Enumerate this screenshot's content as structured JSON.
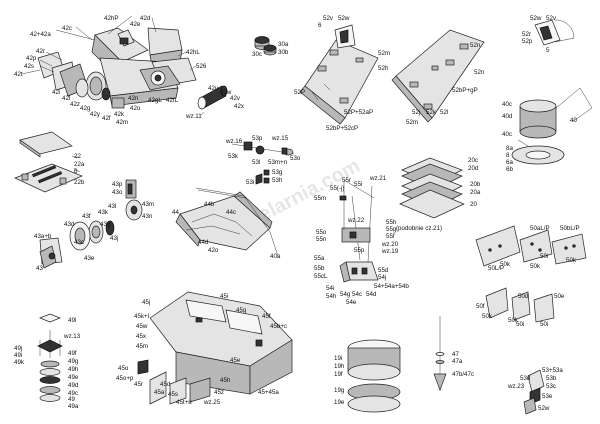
{
  "watermark": "modelarnia.com",
  "note": "(podobnie cz.21)",
  "labels": {
    "l42ha": "42hP",
    "l42d": "42d",
    "l42a42": "42+42a",
    "l42c": "42c",
    "l42e": "42e",
    "l42hl": "42hL",
    "l42r": "42r",
    "l42p": "42p",
    "l42s": "42s",
    "l42t": "42t",
    "l526": "526",
    "l42i1": "42i",
    "l42i2": "42l",
    "l42z1": "42z",
    "l42g": "42g",
    "l42y": "42y",
    "l42f": "42f",
    "l42k": "42k",
    "l42m": "42m",
    "l42n": "42n",
    "l42o": "42o",
    "l42gl": "42gL",
    "l42fl": "42fL",
    "l42u": "42u",
    "l42w": "42w",
    "l42v": "42v",
    "l42x": "42x",
    "lwz11": "wz.11",
    "l30c": "30c",
    "l30a": "30a",
    "l30b": "30b",
    "l52v": "52v",
    "l52w": "52w",
    "l6": "6",
    "l52m1": "52m",
    "l52h": "52h",
    "l52p": "52P",
    "l52pr": "52P+52aP",
    "l52bp": "52bP+52cP",
    "l52n1": "52n",
    "l52j": "52j",
    "l52k": "52k",
    "l52l": "52l",
    "l52m2": "52m",
    "l52bgp": "52bP+gP",
    "l52n2": "52n",
    "l52wr": "52w",
    "l52vr": "52v",
    "l52r": "52r",
    "l52pp": "52p",
    "l5": "5",
    "l40c1": "40c",
    "l40d": "40d",
    "l40": "40",
    "l40c2": "40c",
    "l8a": "8a",
    "l8": "8",
    "l6a": "6a",
    "l6b": "6b",
    "l22": "22",
    "l22a": "22a",
    "l6c": "6",
    "l22b": "22b",
    "lwz16": "wz.16",
    "l53p": "53p",
    "lwz15": "wz.15",
    "l53k": "53k",
    "l53l": "53l",
    "l53mn": "53m+n",
    "l53o": "53o",
    "l53g": "53g",
    "l53h": "53h",
    "l53i": "53i",
    "l43p": "43p",
    "l43o": "43o",
    "l43l": "43l",
    "l43m": "43m",
    "l43n": "43n",
    "l43d": "43d",
    "l43f": "43f",
    "l43k": "43k",
    "l43g": "43g",
    "l43j": "43j",
    "l43ab": "43a+b",
    "l43c": "43c",
    "l43e": "43e",
    "l43": "43",
    "l44b": "44b",
    "l44": "44",
    "l44c": "44c",
    "l44d": "44d",
    "l42o2": "42o",
    "l40a": "40a",
    "l55r": "55r",
    "l55j": "55(-j)",
    "l55i": "55i",
    "lwz21": "wz.21",
    "l55m": "55m",
    "lwz22": "wz.22",
    "l55h": "55h",
    "l55o": "55o",
    "l55n": "55n",
    "l55g": "55g",
    "l55f": "55f",
    "lwz20": "wz.20",
    "lwz19": "wz.19",
    "l55p": "55p",
    "l55a": "55a",
    "l55b": "55b",
    "l55cl": "55cL",
    "l54i": "54i",
    "l54h": "54h",
    "l54g": "54g",
    "l54c": "54c",
    "l54e": "54e",
    "l54d": "54d",
    "l55d": "55d",
    "l54j": "54j",
    "l54ab": "54+54a+54b",
    "l20c": "20c",
    "l20d": "20d",
    "l20b": "20b",
    "l20a": "20a",
    "l20": "20",
    "l50alp": "50aL/P",
    "l50blp": "50bL/P",
    "l50k1": "50k",
    "l50i1": "50i",
    "l50k2": "50k",
    "l50lp": "50L/P",
    "l50k3": "50k",
    "l50f": "50f",
    "l50d": "50d",
    "l50e": "50e",
    "l50k4": "50k",
    "l50k5": "50k",
    "l50i2": "50i",
    "l50i3": "50i",
    "l49l": "49l",
    "lwz13": "wz.13",
    "l49j": "49j",
    "l49i": "49i",
    "l49k": "49k",
    "l49f": "49f",
    "l49g": "49g",
    "l49h": "49h",
    "l49e": "49e",
    "l49d": "49d",
    "l49c": "49c",
    "l49": "49",
    "l49a": "49a",
    "l45j": "45j",
    "l45i": "45i",
    "l45ki": "45k+l",
    "l45g": "45g",
    "l45w": "45w",
    "l45f": "45f",
    "l45bc": "45b+c",
    "l45x": "45x",
    "l45m": "45m",
    "l45o": "45o",
    "l45op": "45o+p",
    "l45r": "45r",
    "l45h": "45h",
    "l45e": "45e",
    "l45d": "45d",
    "l45a": "45a",
    "l45z": "45z",
    "l45tu": "45t+u",
    "lwz25": "wz.25",
    "l4545a": "45+45a",
    "l45s": "45s",
    "l19i": "19i",
    "l19h": "19h",
    "l19f": "19f",
    "l19g": "19g",
    "l19e": "19e",
    "l47": "47",
    "l47a": "47a",
    "l47b": "47b/47c",
    "l5353a": "53+53a",
    "l53d": "53d",
    "l53b": "53b",
    "lwz23": "wz.23",
    "l53c": "53c",
    "l53e": "53e",
    "l52wb": "52w"
  }
}
